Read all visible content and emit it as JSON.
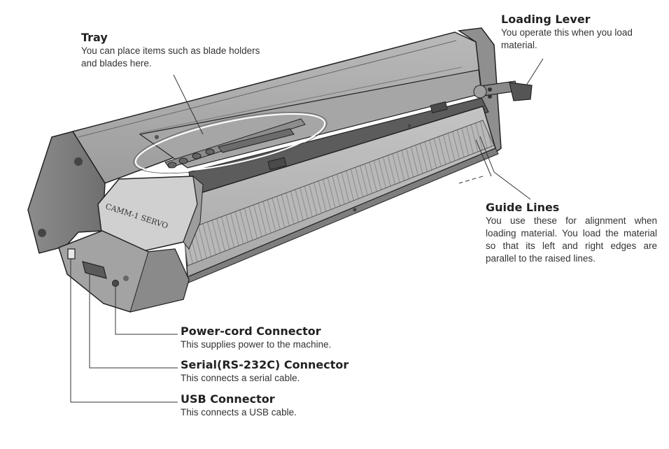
{
  "labels": {
    "tray": {
      "title": "Tray",
      "description": "You can place items such as blade holders and blades here."
    },
    "loading_lever": {
      "title": "Loading Lever",
      "description": "You operate this when you load material."
    },
    "guide_lines": {
      "title": "Guide Lines",
      "description": "You use these for alignment when loading material. You load the material so that its left and right edges are parallel to the raised lines."
    },
    "power_connector": {
      "title": "Power-cord Connector",
      "description": "This supplies power to the machine."
    },
    "serial_connector": {
      "title": "Serial(RS-232C) Connector",
      "description": "This connects a serial cable."
    },
    "usb_connector": {
      "title": "USB Connector",
      "description": "This connects a USB cable."
    }
  },
  "machine": {
    "model_name": "CAMM-1 SERVO"
  }
}
